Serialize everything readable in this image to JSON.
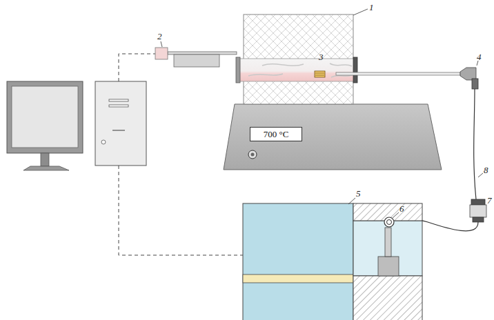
{
  "diagram": {
    "nodes": [
      {
        "text": [
          "700 °C"
        ]
      }
    ],
    "labels": [
      "1",
      "2",
      "3",
      "4",
      "5",
      "6",
      "7",
      "8"
    ]
  }
}
